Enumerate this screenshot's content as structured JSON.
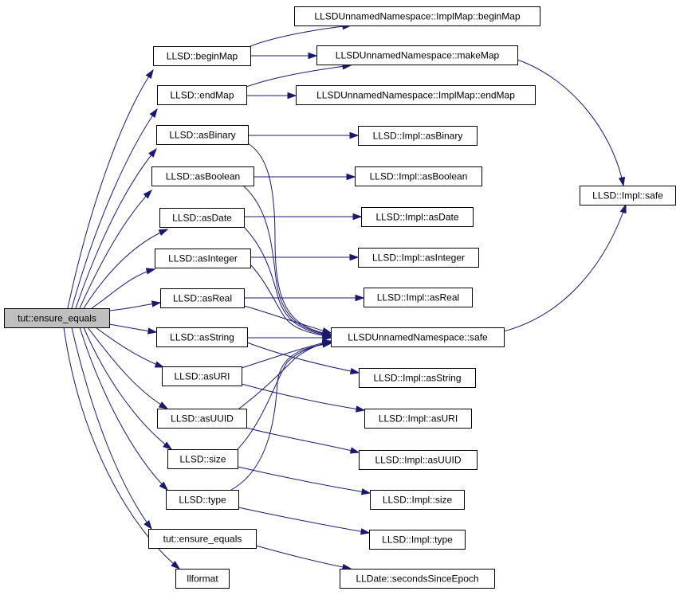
{
  "diagram": {
    "colors": {
      "edge": "#191970",
      "root_fill": "#bfbfbf",
      "node_fill": "#ffffff",
      "node_border": "#000000"
    },
    "nodes": {
      "root": "tut::ensure_equals",
      "beginMap": "LLSD::beginMap",
      "endMap": "LLSD::endMap",
      "asBinary": "LLSD::asBinary",
      "asBoolean": "LLSD::asBoolean",
      "asDate": "LLSD::asDate",
      "asInteger": "LLSD::asInteger",
      "asReal": "LLSD::asReal",
      "asString": "LLSD::asString",
      "asURI": "LLSD::asURI",
      "asUUID": "LLSD::asUUID",
      "size": "LLSD::size",
      "type": "LLSD::type",
      "ensureEquals2": "tut::ensure_equals",
      "llformat": "llformat",
      "implMapBeginMap": "LLSDUnnamedNamespace::ImplMap::beginMap",
      "makeMap": "LLSDUnnamedNamespace::makeMap",
      "implMapEndMap": "LLSDUnnamedNamespace::ImplMap::endMap",
      "implAsBinary": "LLSD::Impl::asBinary",
      "implAsBoolean": "LLSD::Impl::asBoolean",
      "implAsDate": "LLSD::Impl::asDate",
      "implAsInteger": "LLSD::Impl::asInteger",
      "implAsReal": "LLSD::Impl::asReal",
      "nsSafe": "LLSDUnnamedNamespace::safe",
      "implAsString": "LLSD::Impl::asString",
      "implAsURI": "LLSD::Impl::asURI",
      "implAsUUID": "LLSD::Impl::asUUID",
      "implSize": "LLSD::Impl::size",
      "implType": "LLSD::Impl::type",
      "secondsSinceEpoch": "LLDate::secondsSinceEpoch",
      "implSafe": "LLSD::Impl::safe"
    }
  }
}
